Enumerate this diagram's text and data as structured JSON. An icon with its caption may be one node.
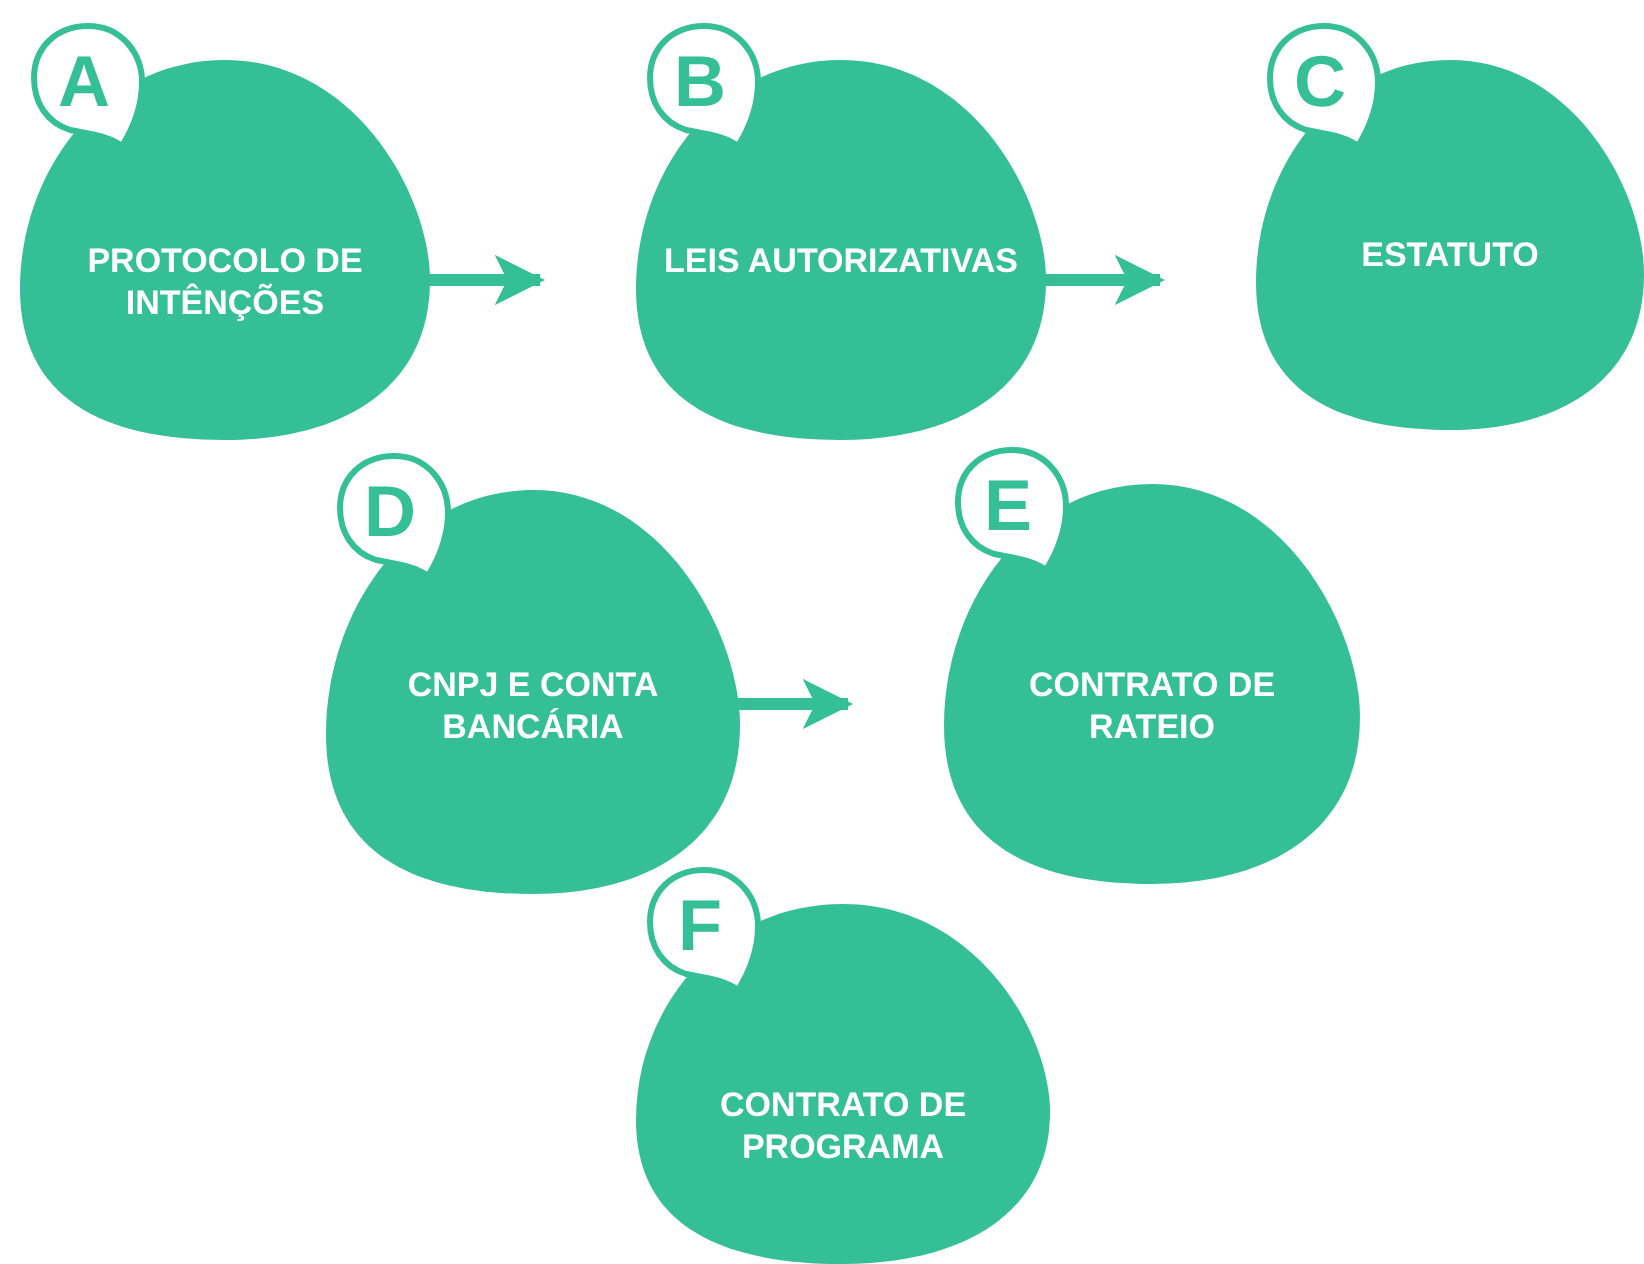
{
  "diagram": {
    "nodes": [
      {
        "text": [
          "A",
          "PROTOCOLO DE INTÊNÇÕES"
        ]
      },
      {
        "text": [
          "B",
          "LEIS AUTORIZATIVAS"
        ]
      },
      {
        "text": [
          "C",
          "ESTATUTO"
        ]
      },
      {
        "text": [
          "D",
          "CNPJ E CONTA BANCÁRIA"
        ]
      },
      {
        "text": [
          "E",
          "CONTRATO DE RATEIO"
        ]
      },
      {
        "text": [
          "F",
          "CONTRATO DE PROGRAMA"
        ]
      }
    ],
    "edges": [
      {
        "from": 0,
        "to": 1,
        "arrow": "to"
      },
      {
        "from": 1,
        "to": 2,
        "arrow": "to"
      },
      {
        "from": 3,
        "to": 4,
        "arrow": "to"
      }
    ]
  }
}
